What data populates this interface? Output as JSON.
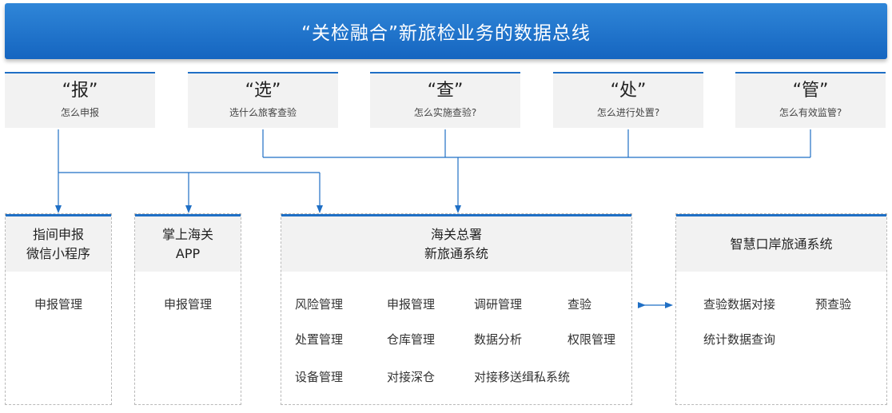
{
  "title": "“关检融合”新旅检业务的数据总线",
  "steps": [
    {
      "label": "“报”",
      "sub": "怎么申报"
    },
    {
      "label": "“选”",
      "sub": "选什么旅客查验"
    },
    {
      "label": "“查”",
      "sub": "怎么实施查验?"
    },
    {
      "label": "“处”",
      "sub": "怎么进行处置?"
    },
    {
      "label": "“管”",
      "sub": "怎么有效监管?"
    }
  ],
  "systems": [
    {
      "title_lines": [
        "指间申报",
        "微信小程序"
      ],
      "functions": [
        "申报管理"
      ]
    },
    {
      "title_lines": [
        "掌上海关",
        "APP"
      ],
      "functions": [
        "申报管理"
      ]
    },
    {
      "title_lines": [
        "海关总署",
        "新旅通系统"
      ],
      "functions": [
        "风险管理",
        "申报管理",
        "调研管理",
        "查验",
        "处置管理",
        "仓库管理",
        "数据分析",
        "权限管理",
        "设备管理",
        "对接深仓",
        "对接移送缉私系统"
      ]
    },
    {
      "title_lines": [
        "智慧口岸旅通系统"
      ],
      "functions": [
        "查验数据对接",
        "预查验",
        "统计数据查询"
      ]
    }
  ],
  "colors": {
    "accent": "#1f6fc5",
    "banner_top": "#2f86d8",
    "banner_bottom": "#1565c0"
  }
}
